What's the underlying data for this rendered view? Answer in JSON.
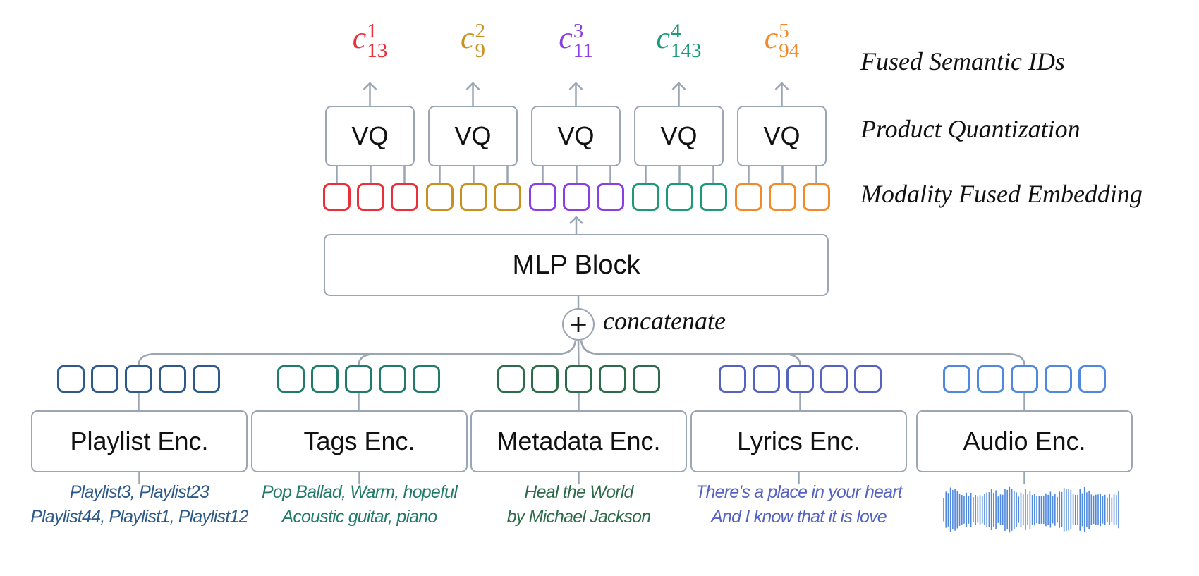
{
  "labels": {
    "fused_ids": "Fused Semantic IDs",
    "pq": "Product Quantization",
    "mfe": "Modality Fused Embedding",
    "concat": "concatenate",
    "plus": "+"
  },
  "mlp": {
    "label": "MLP Block"
  },
  "codes": [
    {
      "base": "c",
      "sup": "1",
      "sub": "13",
      "color": "#e8303a"
    },
    {
      "base": "c",
      "sup": "2",
      "sub": "9",
      "color": "#c9901e"
    },
    {
      "base": "c",
      "sup": "3",
      "sub": "11",
      "color": "#8a3fe0"
    },
    {
      "base": "c",
      "sup": "4",
      "sub": "143",
      "color": "#1c9a78"
    },
    {
      "base": "c",
      "sup": "5",
      "sub": "94",
      "color": "#f08a2a"
    }
  ],
  "vq": [
    {
      "label": "VQ"
    },
    {
      "label": "VQ"
    },
    {
      "label": "VQ"
    },
    {
      "label": "VQ"
    },
    {
      "label": "VQ"
    }
  ],
  "encoders": [
    {
      "label": "Playlist Enc.",
      "color": "#2d5a88",
      "line1": "Playlist3, Playlist23",
      "line2": "Playlist44, Playlist1, Playlist12"
    },
    {
      "label": "Tags Enc.",
      "color": "#217a6a",
      "line1": "Pop Ballad, Warm, hopeful",
      "line2": "Acoustic guitar, piano"
    },
    {
      "label": "Metadata Enc.",
      "color": "#2e6b4a",
      "line1": "Heal the World",
      "line2": "by Michael Jackson"
    },
    {
      "label": "Lyrics Enc.",
      "color": "#5563c0",
      "line1": "There's a place in your heart",
      "line2": "And I know that it is love"
    },
    {
      "label": "Audio Enc.",
      "color": "#4f88dc",
      "line1": "",
      "line2": ""
    }
  ],
  "colors": {
    "connector": "#9aa6b4",
    "audio_wave": "#4f88dc"
  }
}
